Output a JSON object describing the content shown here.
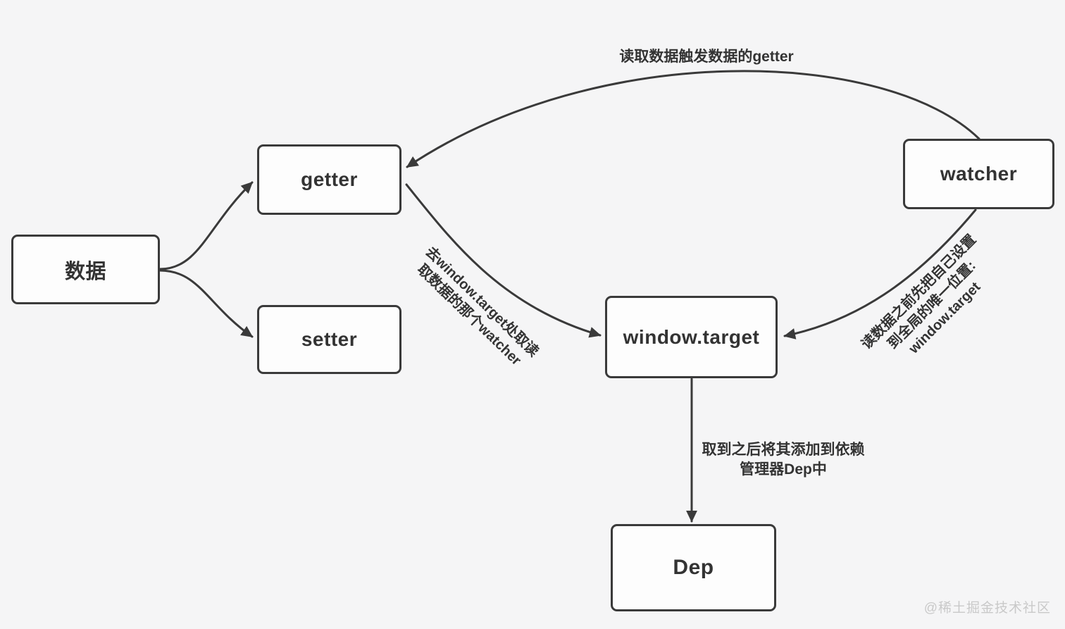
{
  "nodes": {
    "data": {
      "label": "数据"
    },
    "getter": {
      "label": "getter"
    },
    "setter": {
      "label": "setter"
    },
    "watcher": {
      "label": "watcher"
    },
    "window_target": {
      "label": "window.target"
    },
    "dep": {
      "label": "Dep"
    }
  },
  "edges": {
    "watcher_to_getter": {
      "label": "读取数据触发数据的getter"
    },
    "getter_to_window_target": {
      "line1": "去window.target处取读",
      "line2": "取数据的那个watcher"
    },
    "watcher_to_window_target": {
      "line1": "读数据之前先把自己设置",
      "line2": "到全局的唯一位置:",
      "line3": "window.target"
    },
    "window_target_to_dep": {
      "line1": "取到之后将其添加到依赖",
      "line2": "管理器Dep中"
    }
  },
  "watermark": "@稀土掘金技术社区",
  "colors": {
    "background": "#f5f5f6",
    "stroke": "#3a3a3a",
    "text": "#333333",
    "node_fill": "#fdfdfd",
    "watermark": "#c9c9c9"
  }
}
